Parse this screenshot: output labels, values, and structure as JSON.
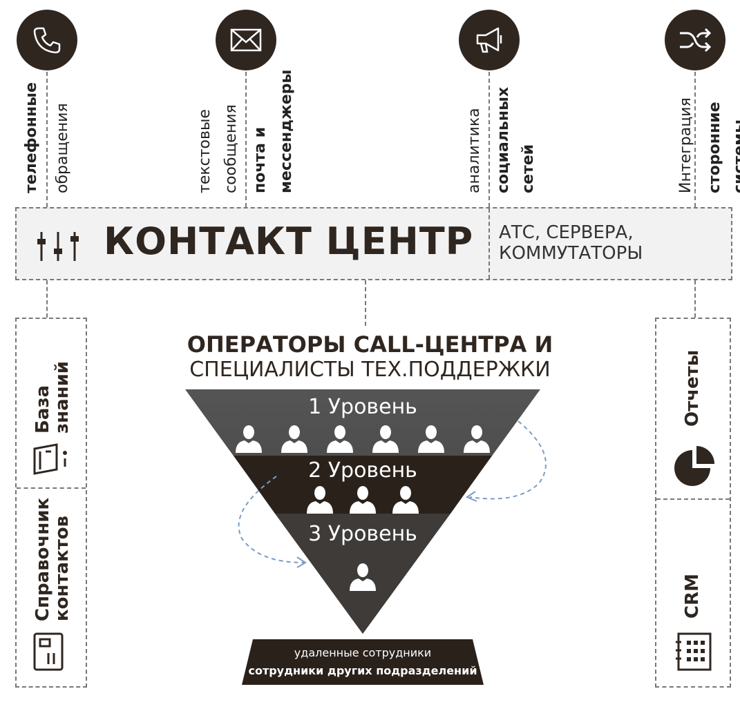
{
  "channels": {
    "phone": {
      "bold": "телефонные",
      "normal": "обращения",
      "icon": "phone-icon"
    },
    "mail": {
      "line1": "текстовые",
      "line2": "сообщения",
      "bold1": "почта и",
      "bold2": "мессенджеры",
      "icon": "envelope-icon"
    },
    "social": {
      "normal": "аналитика",
      "bold1": "социальных",
      "bold2": "сетей",
      "icon": "megaphone-icon"
    },
    "integration": {
      "normal": "Интеграция",
      "bold1": "сторонние",
      "bold2": "системы",
      "icon": "shuffle-icon"
    }
  },
  "main": {
    "title": "КОНТАКТ ЦЕНТР",
    "note_line1": "АТС, СЕРВЕРА,",
    "note_line2": "КОММУТАТОРЫ",
    "icon": "sliders-icon"
  },
  "operators": {
    "title_line1": "ОПЕРАТОРЫ CALL-ЦЕНТРА И",
    "title_line2": "СПЕЦИАЛИСТЫ ТЕХ.ПОДДЕРЖКИ"
  },
  "levels": [
    {
      "label": "1 Уровень",
      "people": 6
    },
    {
      "label": "2 Уровень",
      "people": 3
    },
    {
      "label": "3 Уровень",
      "people": 1
    }
  ],
  "bottom": {
    "line1": "удаленные сотрудники",
    "line2": "сотрудники других подразделений"
  },
  "left_panel": {
    "knowledge_line1": "База",
    "knowledge_line2": "знаний",
    "knowledge_icon": "graduation-cap-icon",
    "contacts_line1": "Справочник",
    "contacts_line2": "контактов",
    "contacts_icon": "contact-card-icon"
  },
  "right_panel": {
    "reports": "Отчеты",
    "reports_icon": "pie-chart-icon",
    "crm": "CRM",
    "crm_icon": "calendar-icon"
  },
  "colors": {
    "dark": "#2f2620",
    "triangle_top": "#4a4a4a",
    "band_mid": "#3a3532",
    "arrow": "#7a9cc6"
  }
}
